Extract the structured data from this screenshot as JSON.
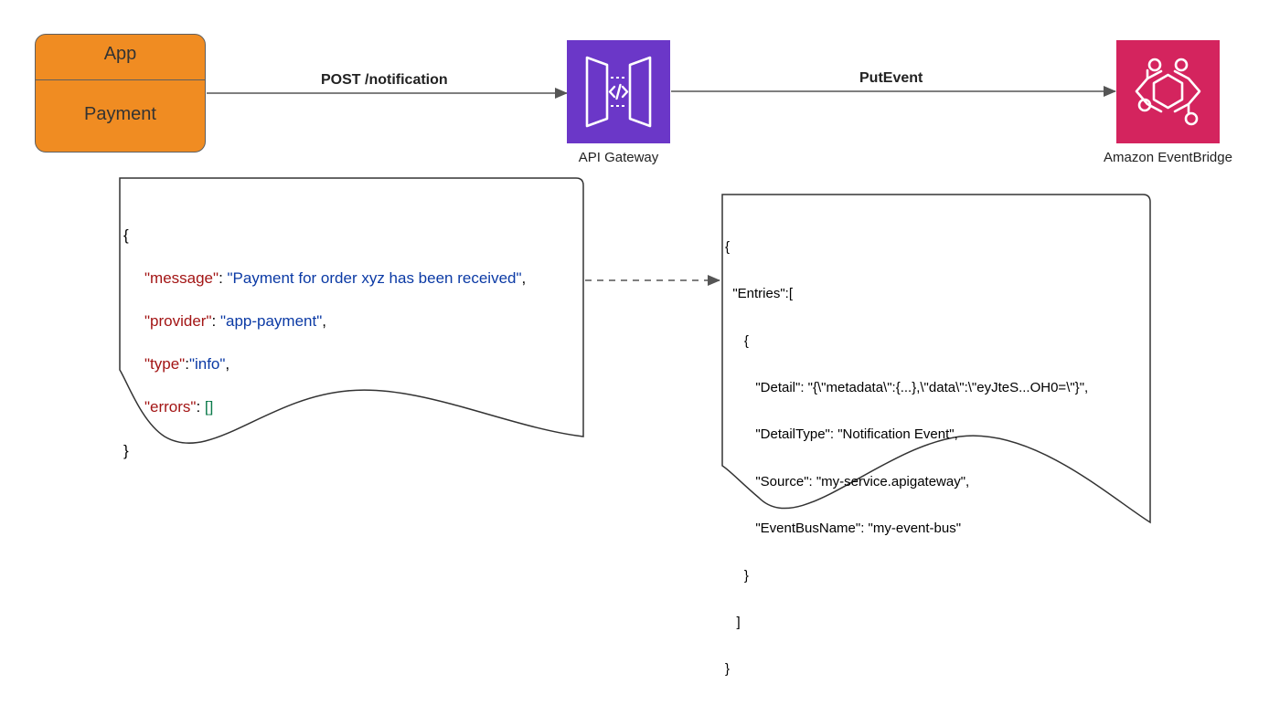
{
  "app_box": {
    "title": "App",
    "subtitle": "Payment"
  },
  "edges": {
    "post_label": "POST /notification",
    "put_label": "PutEvent"
  },
  "services": {
    "api_gateway": {
      "label": "API Gateway",
      "color": "#6b37c8",
      "icon": "api-gateway-icon"
    },
    "eventbridge": {
      "label": "Amazon EventBridge",
      "color": "#d4245e",
      "icon": "eventbridge-icon"
    }
  },
  "request_doc": {
    "open": "{",
    "close": "}",
    "fields": [
      {
        "key": "\"message\"",
        "sep": ": ",
        "value": "\"Payment for order xyz has been received\"",
        "end": ","
      },
      {
        "key": "\"provider\"",
        "sep": ": ",
        "value": "\"app-payment\"",
        "end": ","
      },
      {
        "key": "\"type\"",
        "sep": ":",
        "value": "\"info\"",
        "end": ","
      },
      {
        "key": "\"errors\"",
        "sep": ": ",
        "value": "[]",
        "end": ""
      }
    ]
  },
  "event_doc": {
    "lines": [
      "{",
      "  \"Entries\":[",
      "     {",
      "        \"Detail\": \"{\\\"metadata\\\":{...},\\\"data\\\":\\\"eyJteS...OH0=\\\"}\",",
      "        \"DetailType\": \"Notification Event\",",
      "        \"Source\": \"my-service.apigateway\",",
      "        \"EventBusName\": \"my-event-bus\"",
      "     }",
      "   ]",
      "}"
    ]
  },
  "colors": {
    "app": "#f08c22",
    "key": "#a31515",
    "string": "#0b3aa5",
    "array": "#0b7a4a"
  }
}
